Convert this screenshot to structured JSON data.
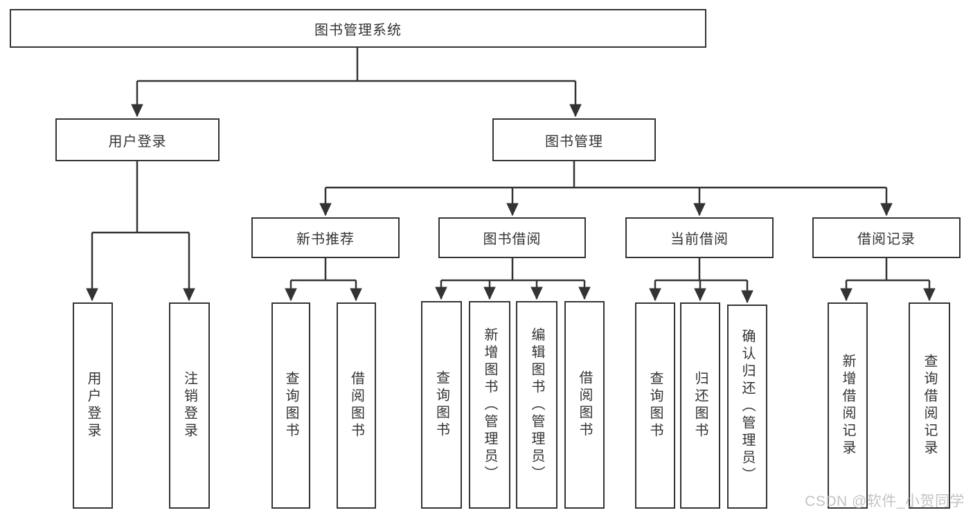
{
  "diagram": {
    "title": "图书管理系统",
    "branches": [
      {
        "label": "用户登录",
        "children": [
          {
            "label": "用户登录"
          },
          {
            "label": "注销登录"
          }
        ]
      },
      {
        "label": "图书管理",
        "children": [
          {
            "label": "新书推荐",
            "children": [
              {
                "label": "查询图书"
              },
              {
                "label": "借阅图书"
              }
            ]
          },
          {
            "label": "图书借阅",
            "children": [
              {
                "label": "查询图书"
              },
              {
                "label": "新增图书（管理员）"
              },
              {
                "label": "编辑图书（管理员）"
              },
              {
                "label": "借阅图书"
              }
            ]
          },
          {
            "label": "当前借阅",
            "children": [
              {
                "label": "查询图书"
              },
              {
                "label": "归还图书"
              },
              {
                "label": "确认归还（管理员）"
              }
            ]
          },
          {
            "label": "借阅记录",
            "children": [
              {
                "label": "新增借阅记录"
              },
              {
                "label": "查询借阅记录"
              }
            ]
          }
        ]
      }
    ]
  },
  "watermark": {
    "text": "CSDN @软件_小贺同学"
  },
  "colors": {
    "background": "#ffffff",
    "node_fill": "#ffffff",
    "node_border": "#333333",
    "line": "#333333",
    "text": "#333333",
    "watermark_text": "#c3c3c3"
  }
}
